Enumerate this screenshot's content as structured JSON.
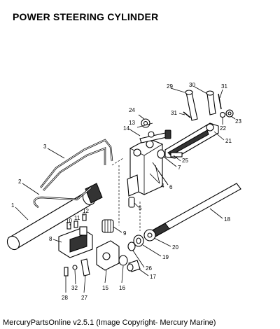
{
  "title": "POWER STEERING CYLINDER",
  "footer": "MercuryPartsOnline v2.5.1 (Image Copyright- Mercury Marine)",
  "callouts": {
    "c1": "1",
    "c2": "2",
    "c3": "3",
    "c4": "4",
    "c5": "5",
    "c6": "6",
    "c7": "7",
    "c8": "8",
    "c9": "9",
    "c10": "10",
    "c11": "11",
    "c12": "12",
    "c13": "13",
    "c14": "14",
    "c15": "15",
    "c16": "16",
    "c17": "17",
    "c18": "18",
    "c19": "19",
    "c20": "20",
    "c21": "21",
    "c22": "22",
    "c23": "23",
    "c24": "24",
    "c25": "25",
    "c26": "26",
    "c27": "27",
    "c28": "28",
    "c29": "29",
    "c30": "30",
    "c31a": "31",
    "c31b": "31",
    "c32": "32"
  }
}
